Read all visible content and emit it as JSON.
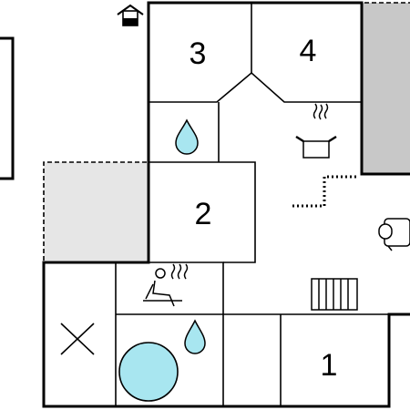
{
  "floorplan": {
    "rooms": [
      {
        "number": "3",
        "type": "bedroom"
      },
      {
        "number": "4",
        "type": "bedroom"
      },
      {
        "number": "2",
        "type": "bedroom"
      },
      {
        "number": "1",
        "type": "bedroom"
      }
    ],
    "icons": [
      "entrance-icon",
      "water-drop-icon",
      "kitchen-pot-icon",
      "sofa-icon",
      "sauna-icon",
      "radiator-icon",
      "whirlpool-tub-icon",
      "storage-x-icon"
    ],
    "colors": {
      "wall": "#000000",
      "covered_area": "#c8c8c8",
      "terrace": "#e6e6e6",
      "water": "#a8e6f0",
      "pool": "#a8e6f0"
    }
  }
}
